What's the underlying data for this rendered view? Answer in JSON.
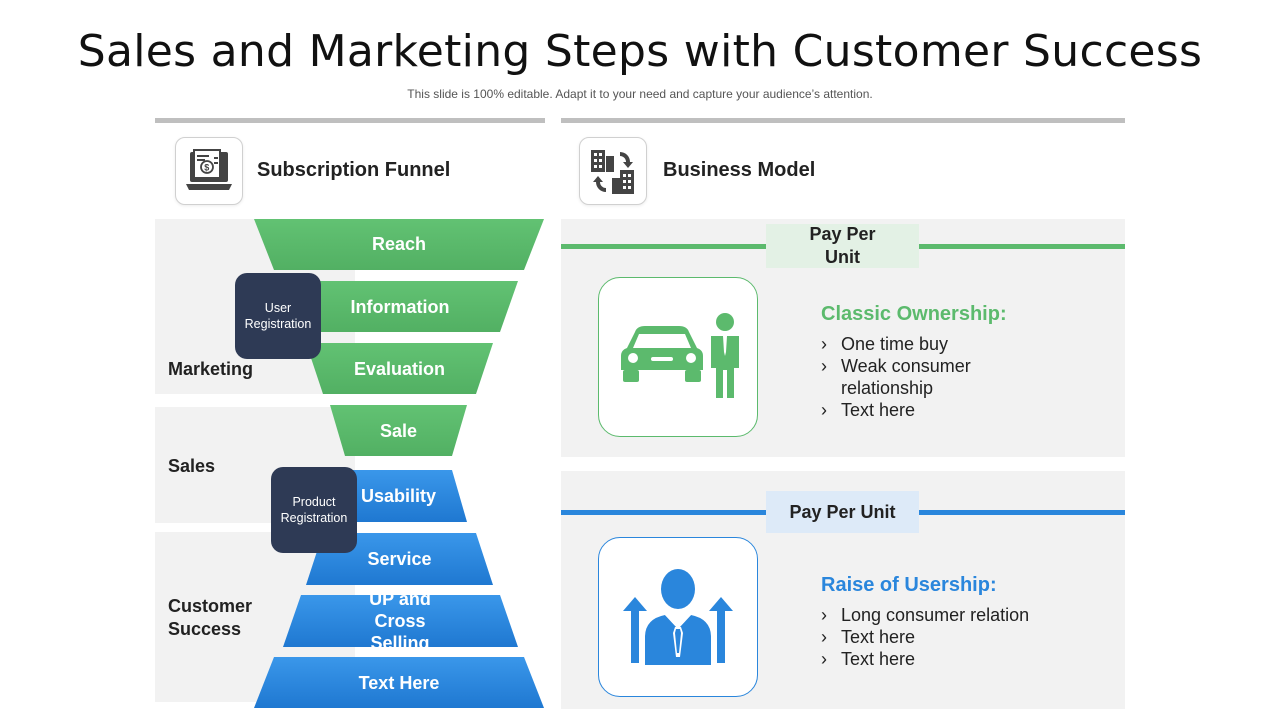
{
  "slide": {
    "title": "Sales and Marketing Steps with Customer Success",
    "subtitle": "This slide is 100% editable. Adapt it to your need and capture your audience’s attention."
  },
  "funnel_section": {
    "title": "Subscription Funnel",
    "icon": "invoice-laptop-icon",
    "bands": [
      {
        "label": "Marketing"
      },
      {
        "label": "Sales"
      },
      {
        "label": "Customer Success"
      }
    ],
    "steps": [
      {
        "label": "Reach",
        "color": "#5cba6d"
      },
      {
        "label": "Information",
        "color": "#5cba6d"
      },
      {
        "label": "Evaluation",
        "color": "#5cba6d"
      },
      {
        "label": "Sale",
        "color": "#5cba6d"
      },
      {
        "label": "Usability",
        "color": "#2a86dc"
      },
      {
        "label": "Service",
        "color": "#2a86dc"
      },
      {
        "label": "UP and Cross Selling",
        "color": "#2a86dc"
      },
      {
        "label": "Text Here",
        "color": "#2a86dc"
      }
    ],
    "registrations": {
      "user": "User Registration",
      "product": "Product Registration"
    }
  },
  "model_section": {
    "title": "Business Model",
    "icon": "buildings-exchange-icon",
    "models": [
      {
        "tag": "Pay Per Unit",
        "heading": "Classic Ownership:",
        "accent": "#5cba6d",
        "tag_bg": "#e3f1e5",
        "icon": "car-owner-icon",
        "bullets": [
          "One time buy",
          "Weak consumer relationship",
          "Text here"
        ]
      },
      {
        "tag": "Pay Per Unit",
        "heading": "Raise of Usership:",
        "accent": "#2a86dc",
        "tag_bg": "#ddeaf8",
        "icon": "user-growth-icon",
        "bullets": [
          "Long consumer relation",
          "Text here",
          "Text here"
        ]
      }
    ]
  },
  "colors": {
    "green": "#5cba6d",
    "blue": "#2a86dc",
    "dark_navy": "#2e3a55",
    "band_gray": "#f2f2f2",
    "rule_gray": "#bfbfbf"
  }
}
